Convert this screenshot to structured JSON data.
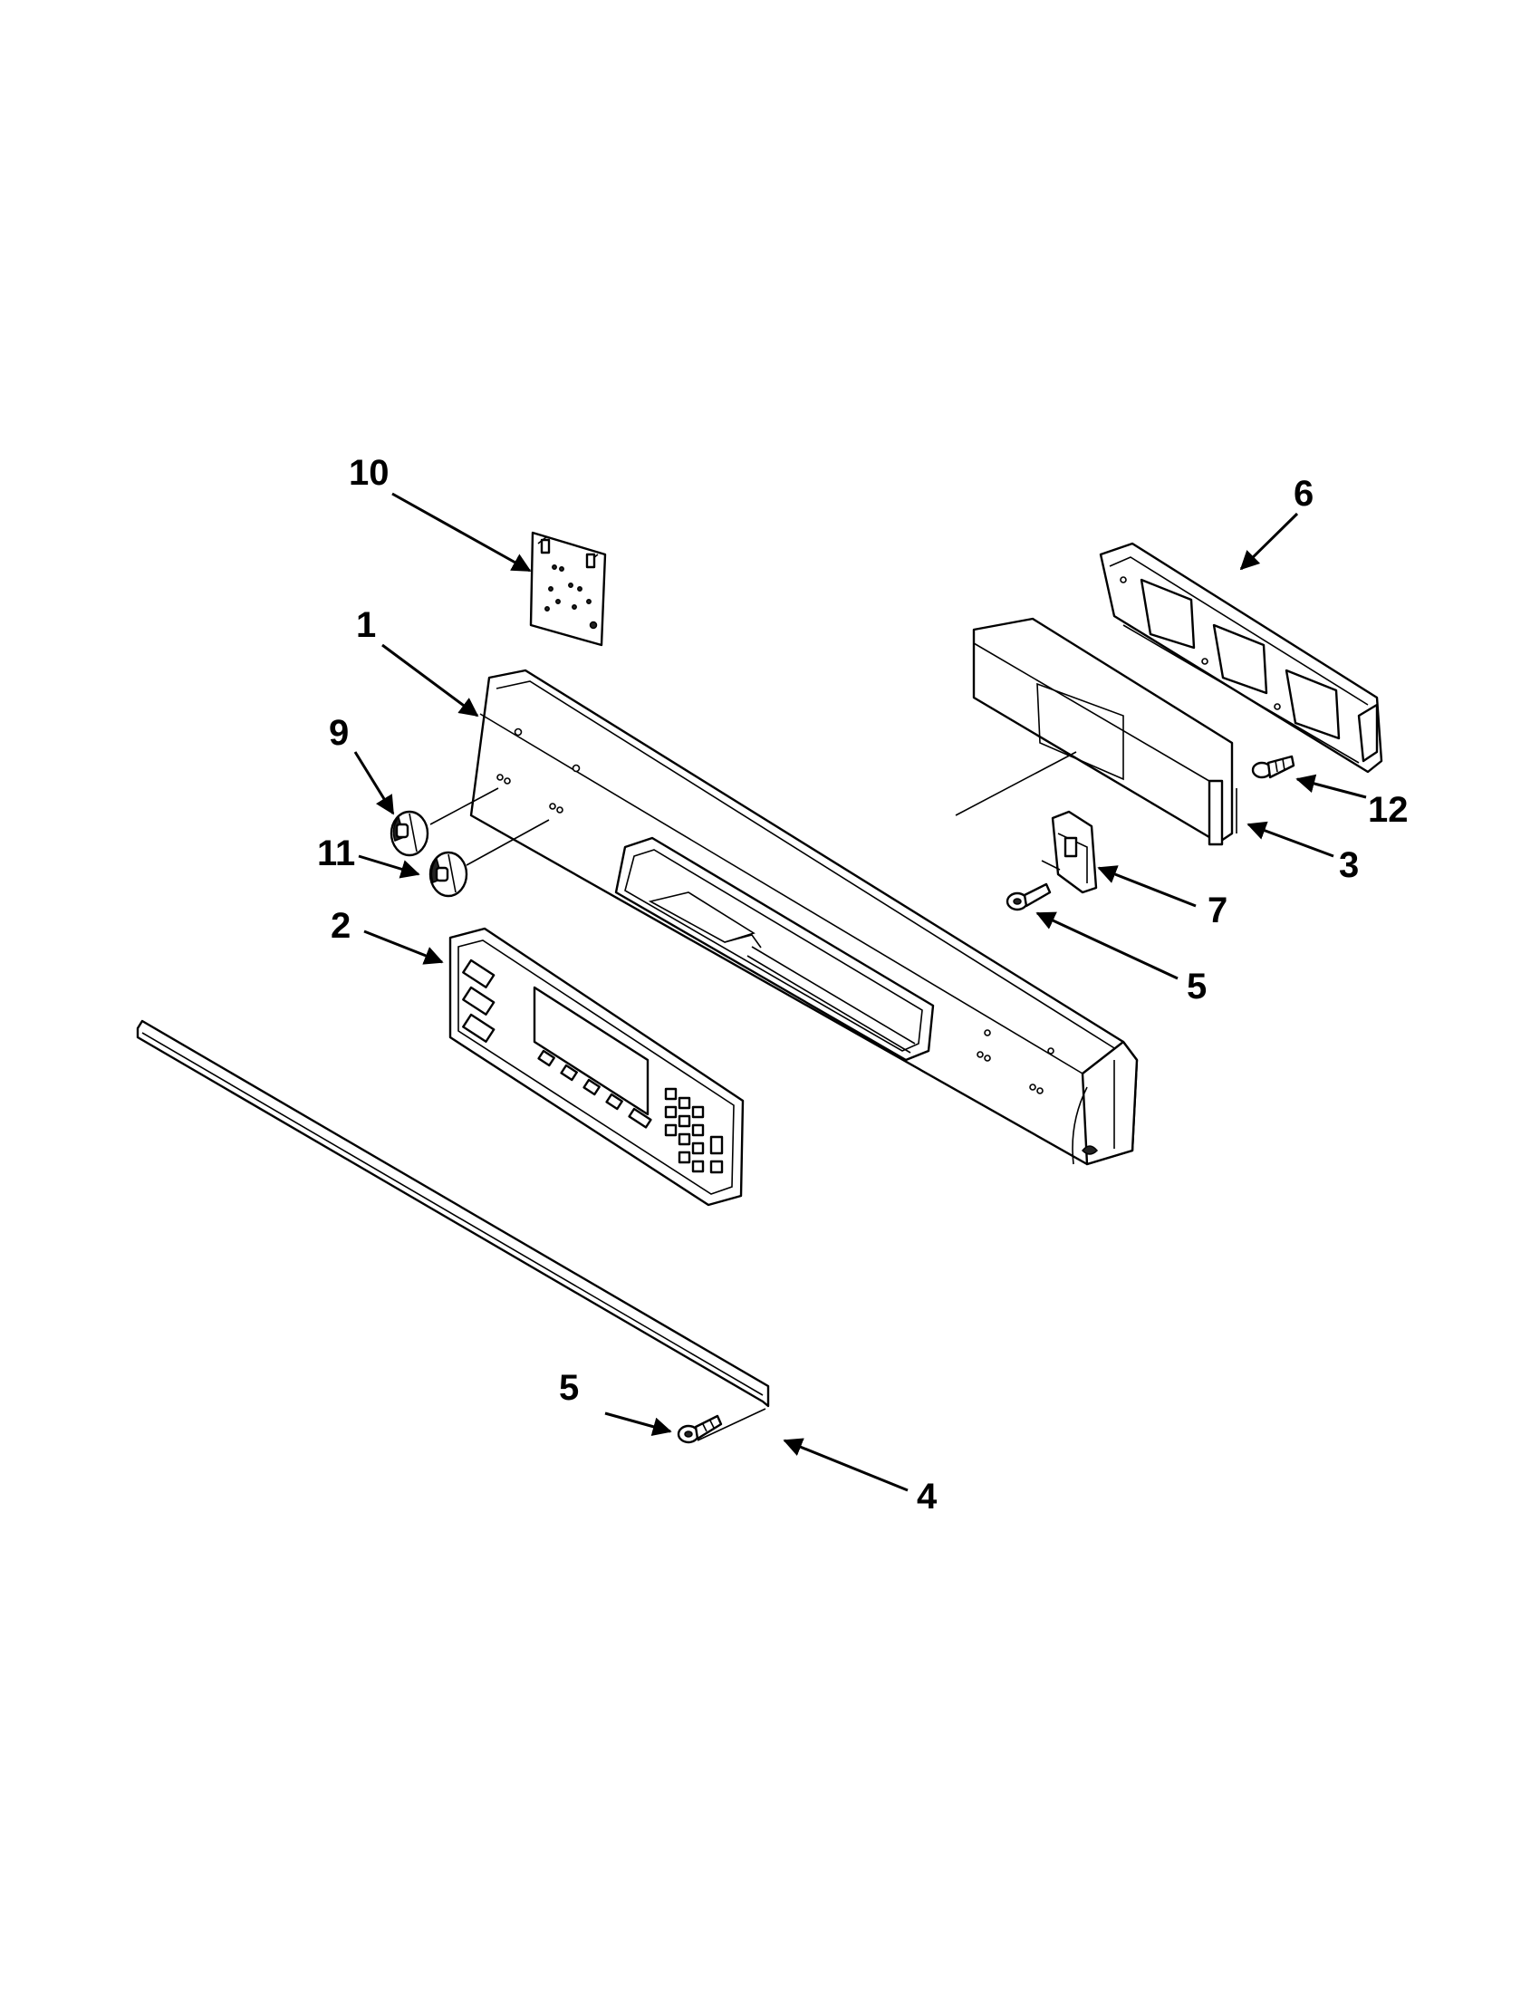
{
  "callouts": [
    {
      "id": "c10",
      "label": "10"
    },
    {
      "id": "c1",
      "label": "1"
    },
    {
      "id": "c9",
      "label": "9"
    },
    {
      "id": "c11",
      "label": "11"
    },
    {
      "id": "c2",
      "label": "2"
    },
    {
      "id": "c6",
      "label": "6"
    },
    {
      "id": "c12",
      "label": "12"
    },
    {
      "id": "c3",
      "label": "3"
    },
    {
      "id": "c7",
      "label": "7"
    },
    {
      "id": "c5a",
      "label": "5"
    },
    {
      "id": "c5b",
      "label": "5"
    },
    {
      "id": "c4",
      "label": "4"
    }
  ],
  "parts": [
    {
      "name": "control-panel-console",
      "callout": "1"
    },
    {
      "name": "membrane-switch-overlay",
      "callout": "2"
    },
    {
      "name": "electronic-control-board",
      "callout": "3"
    },
    {
      "name": "trim-strip",
      "callout": "4"
    },
    {
      "name": "screw",
      "callout": "5"
    },
    {
      "name": "control-bracket",
      "callout": "6"
    },
    {
      "name": "mounting-bracket",
      "callout": "7"
    },
    {
      "name": "control-knob",
      "callout": "9"
    },
    {
      "name": "switch-board",
      "callout": "10"
    },
    {
      "name": "control-knob-2",
      "callout": "11"
    },
    {
      "name": "board-screw",
      "callout": "12"
    }
  ]
}
